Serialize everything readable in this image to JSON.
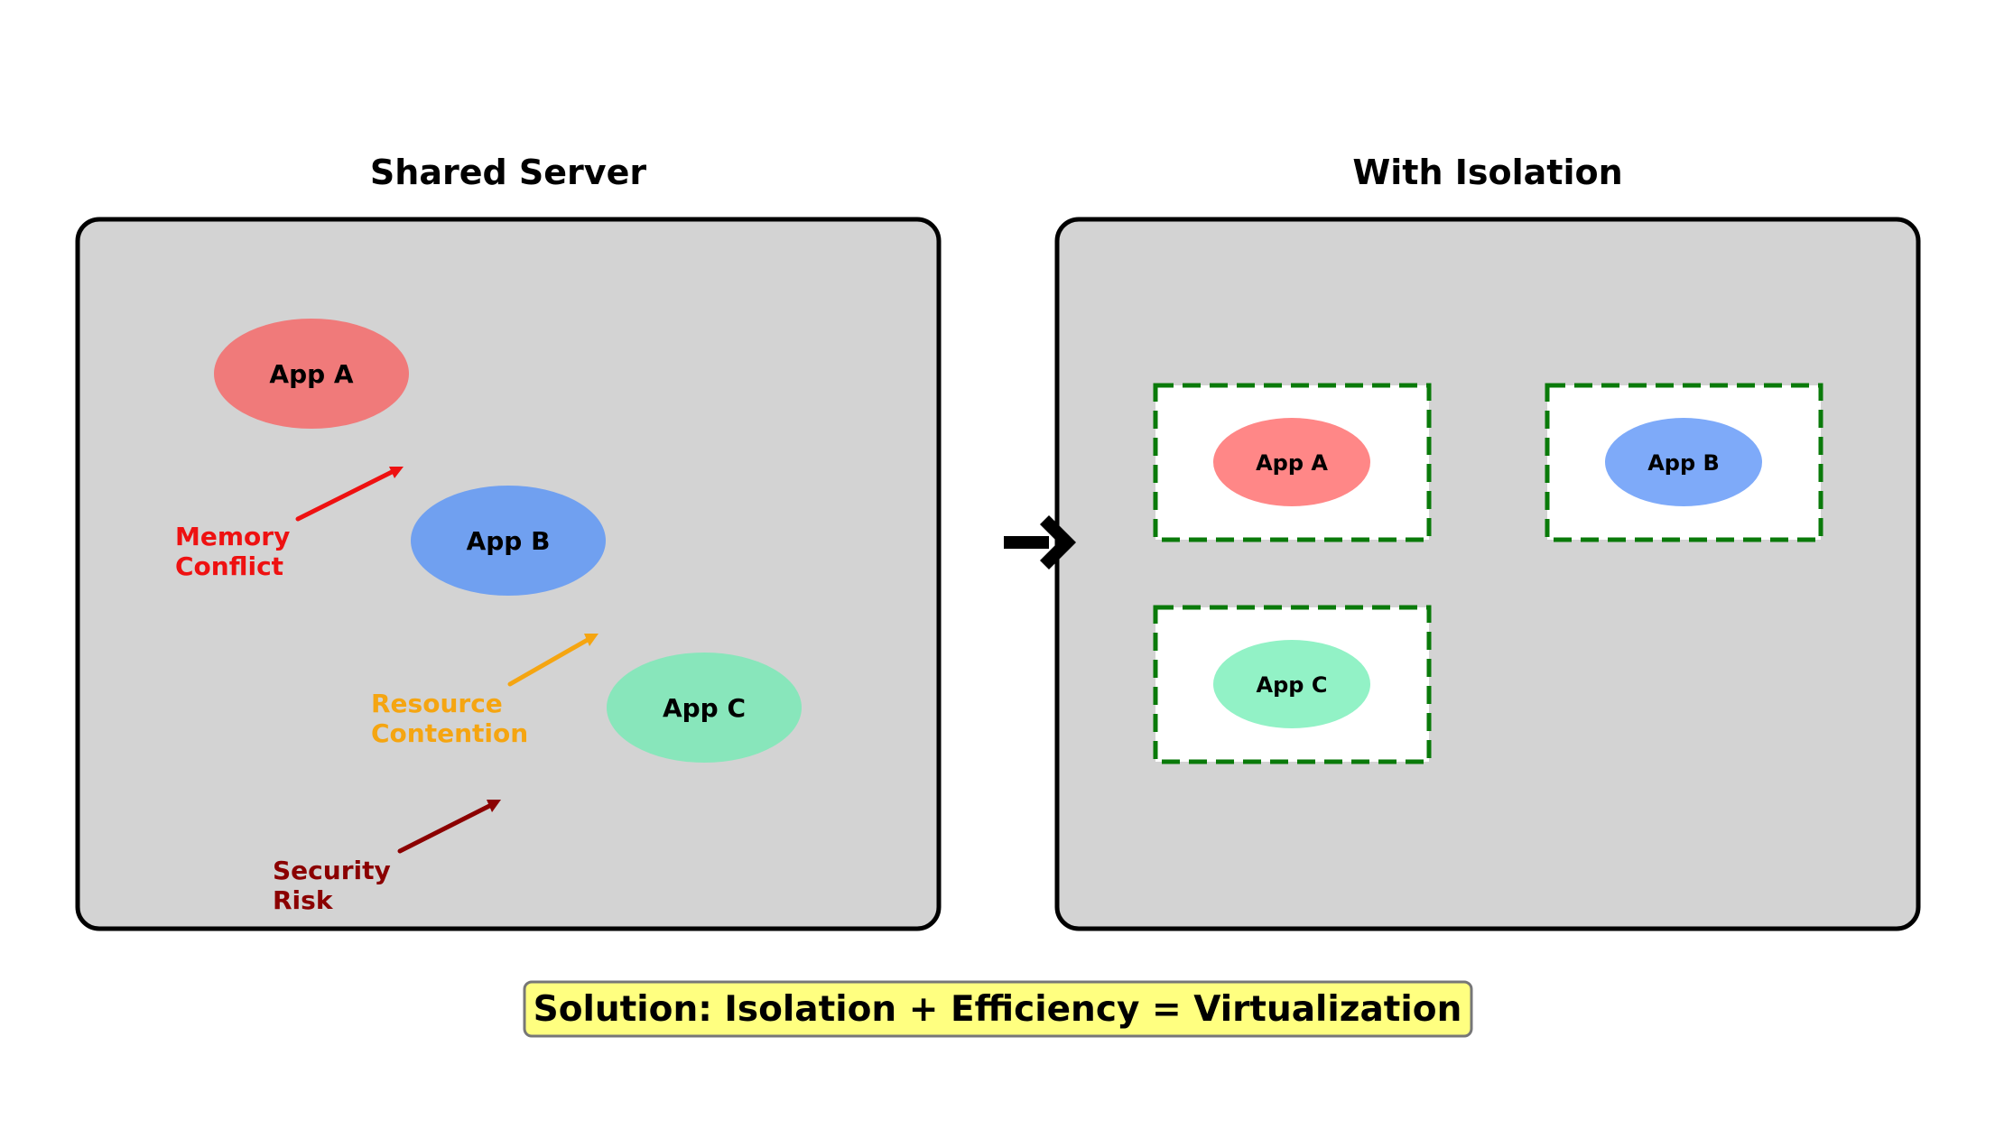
{
  "left_panel": {
    "title": "Shared Server",
    "apps": [
      {
        "label": "App A",
        "color": "#f07a7a"
      },
      {
        "label": "App B",
        "color": "#70a0f0"
      },
      {
        "label": "App C",
        "color": "#88e6bb"
      }
    ],
    "issues": [
      {
        "line1": "Memory",
        "line2": "Conflict",
        "color": "#ee1111"
      },
      {
        "line1": "Resource",
        "line2": "Contention",
        "color": "#f5a511"
      },
      {
        "line1": "Security",
        "line2": "Risk",
        "color": "#8b0000"
      }
    ]
  },
  "transition_arrow": {
    "icon": "right-arrow-icon"
  },
  "right_panel": {
    "title": "With Isolation",
    "containers": [
      {
        "label": "App A",
        "color": "#ff8787"
      },
      {
        "label": "App B",
        "color": "#7eaaf9"
      },
      {
        "label": "App C",
        "color": "#92f2c6"
      }
    ],
    "container_border_color": "#0a7a0a"
  },
  "banner": {
    "text": "Solution: Isolation + Efficiency = Virtualization",
    "background": "#ffff80"
  }
}
